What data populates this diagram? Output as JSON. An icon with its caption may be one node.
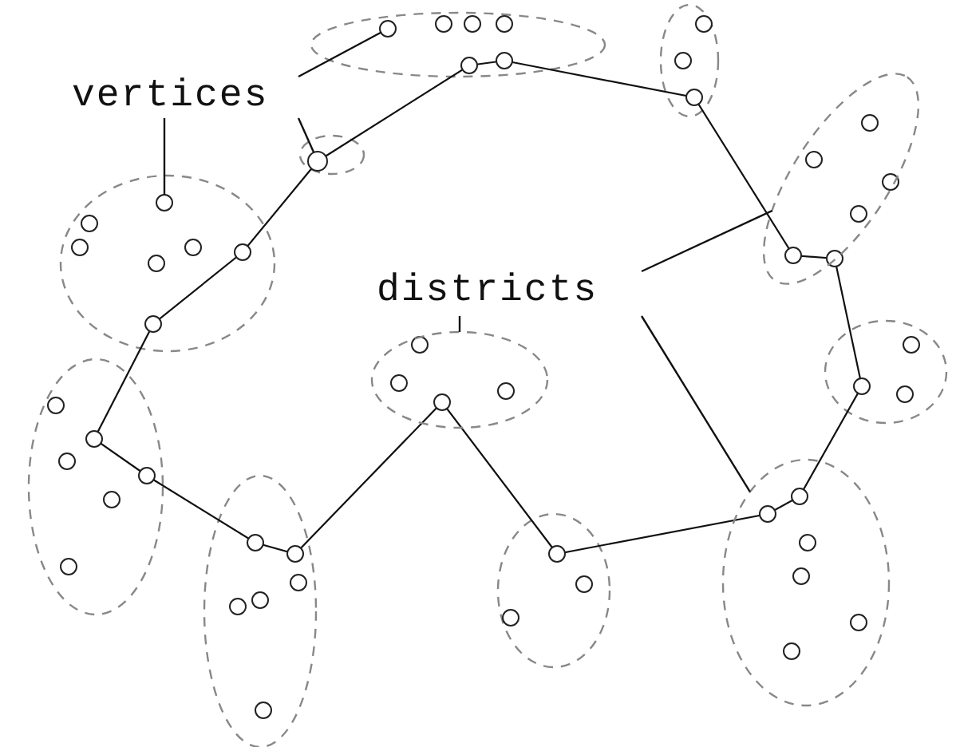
{
  "diagram": {
    "nodes": [
      {
        "text": [
          "vertices"
        ]
      },
      {
        "text": [],
        "shape": "circle"
      },
      {
        "text": [],
        "shape": "circle"
      },
      {
        "text": [],
        "shape": "circle"
      },
      {
        "text": [
          "districts"
        ]
      },
      {
        "text": [],
        "shape": "ellipse"
      },
      {
        "text": [],
        "shape": "ellipse"
      },
      {
        "text": [],
        "shape": "ellipse"
      }
    ],
    "edges": [
      {
        "from": 0,
        "to": 1,
        "arrow": "none"
      },
      {
        "from": 0,
        "to": 2,
        "arrow": "none"
      },
      {
        "from": 0,
        "to": 3,
        "arrow": "none"
      },
      {
        "from": 4,
        "to": 5,
        "arrow": "none"
      },
      {
        "from": 4,
        "to": 6,
        "arrow": "none"
      },
      {
        "from": 4,
        "to": 7,
        "arrow": "none"
      }
    ]
  }
}
